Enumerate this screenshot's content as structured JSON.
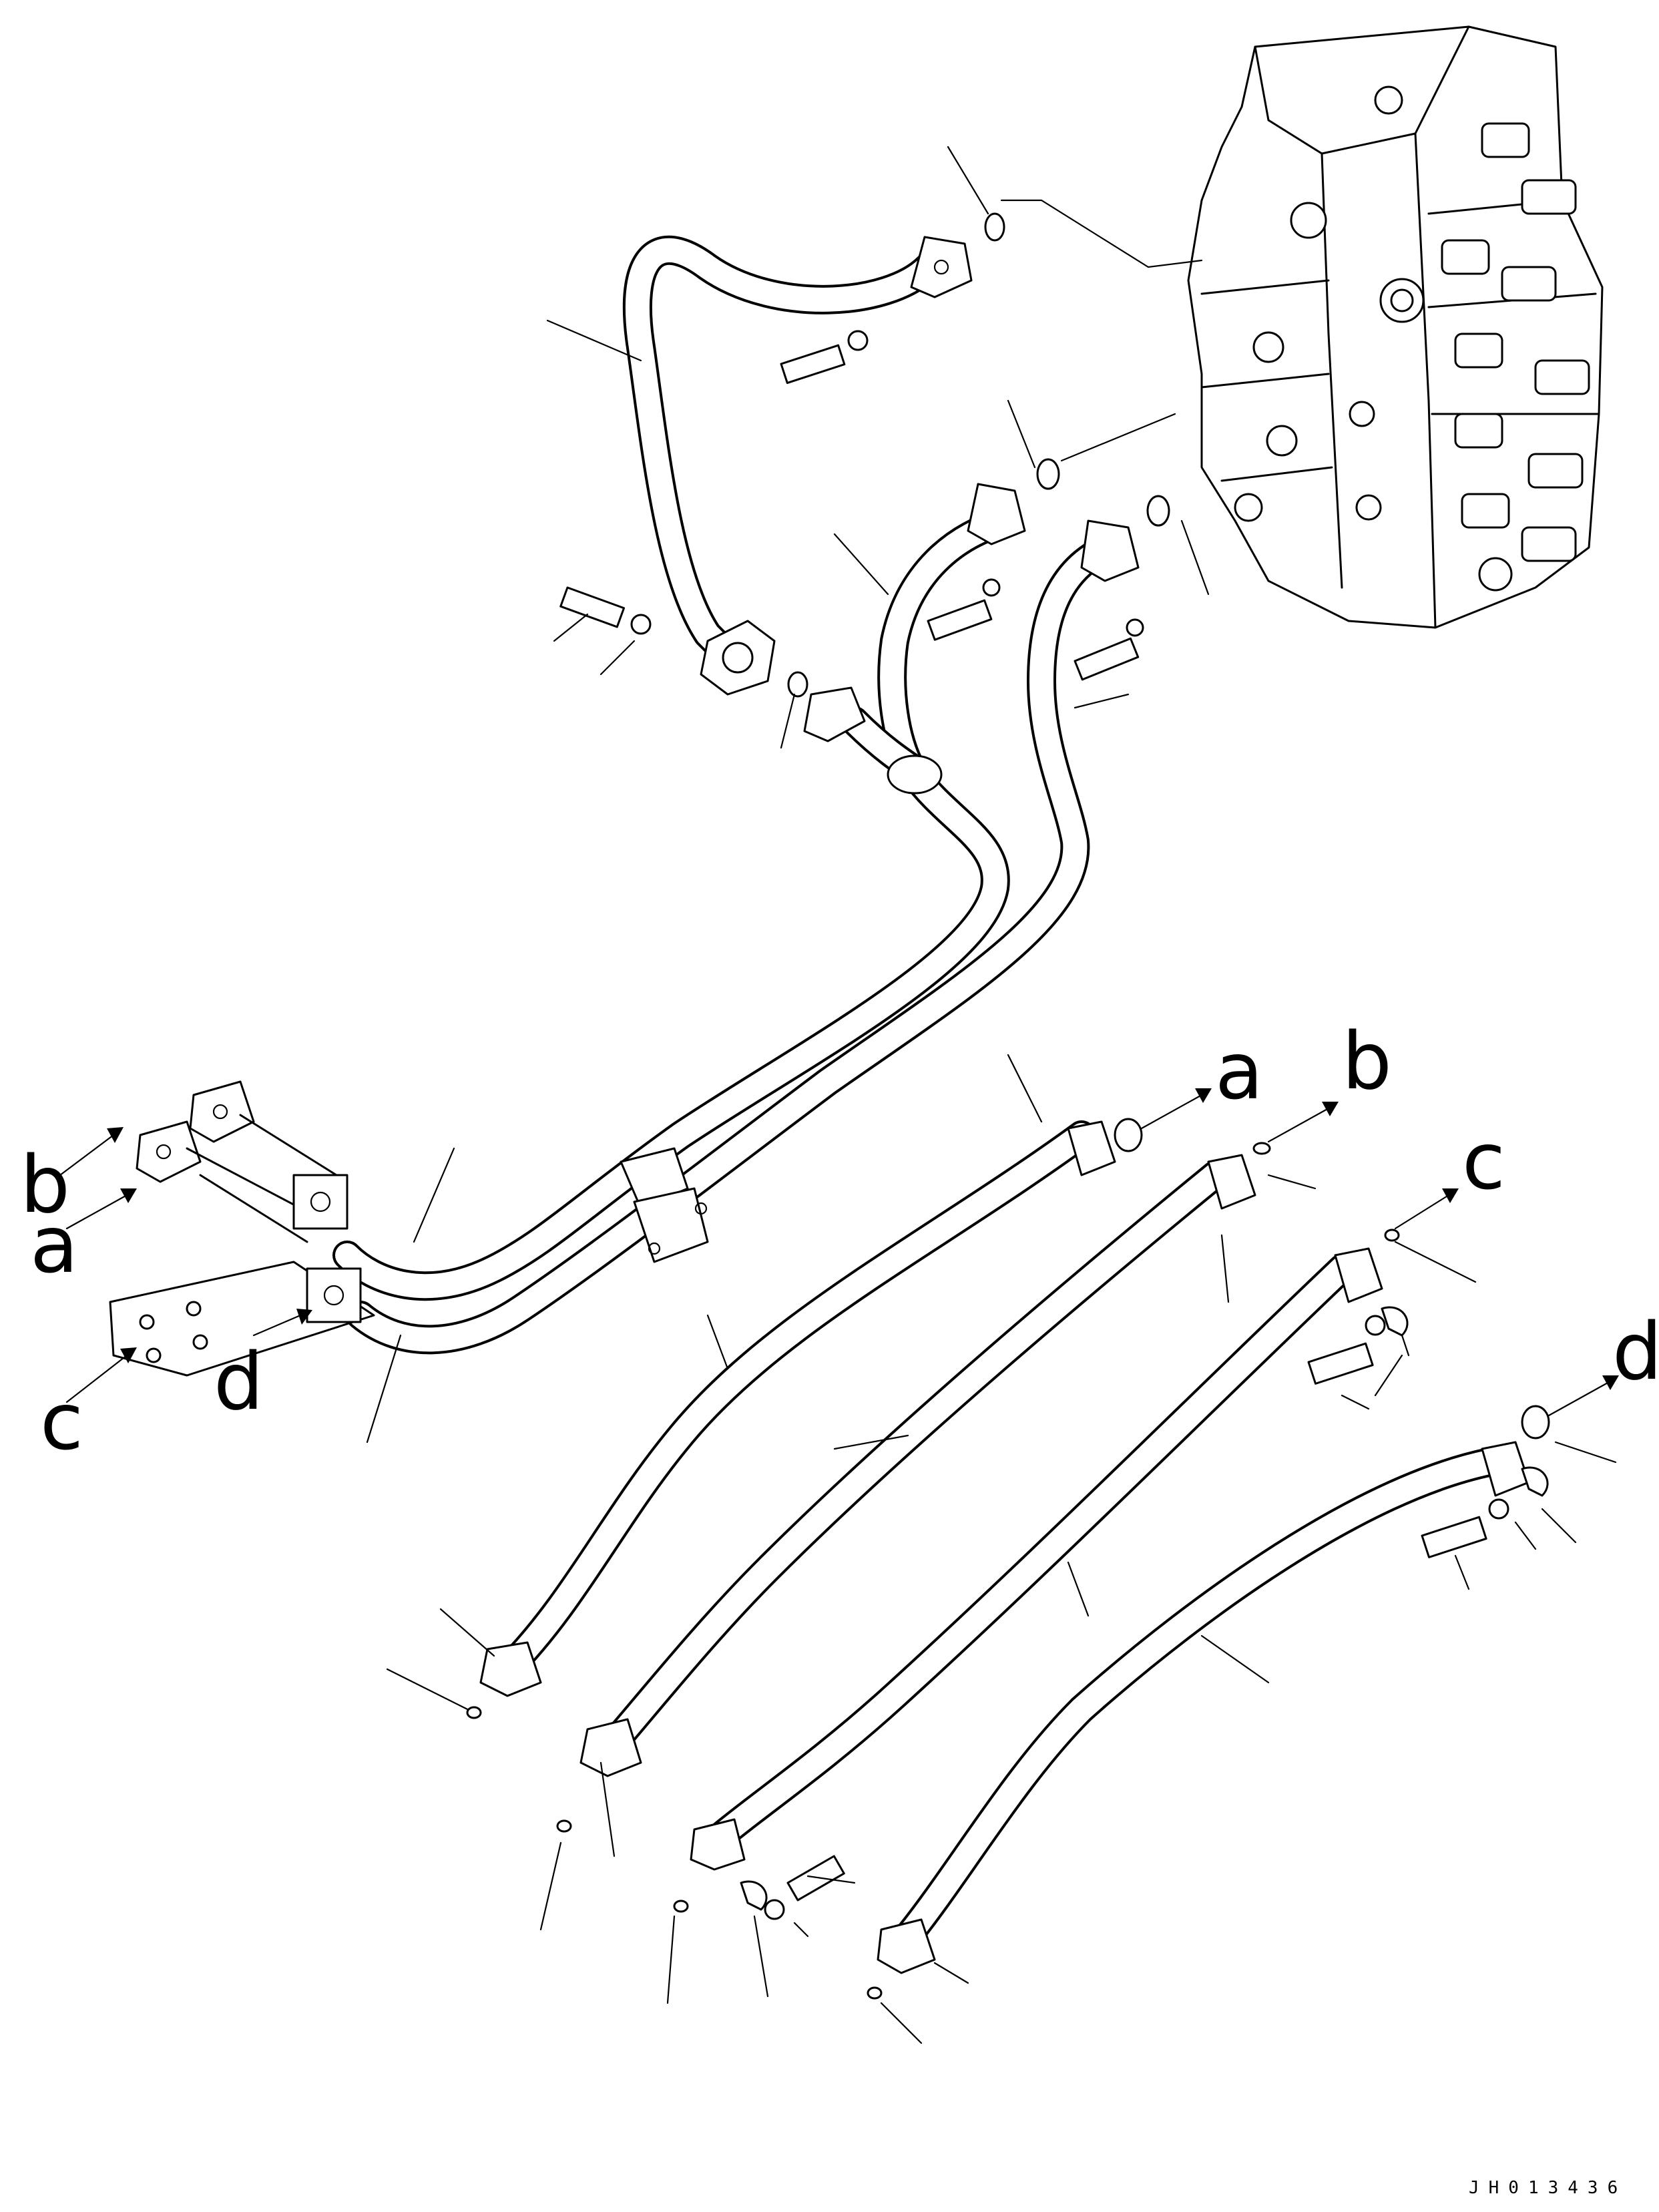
{
  "figure_code": "JH013436",
  "connection_letters": {
    "a": "a",
    "b": "b",
    "c": "c",
    "d": "d"
  },
  "colors": {
    "line": "#000000",
    "background": "#ffffff"
  }
}
